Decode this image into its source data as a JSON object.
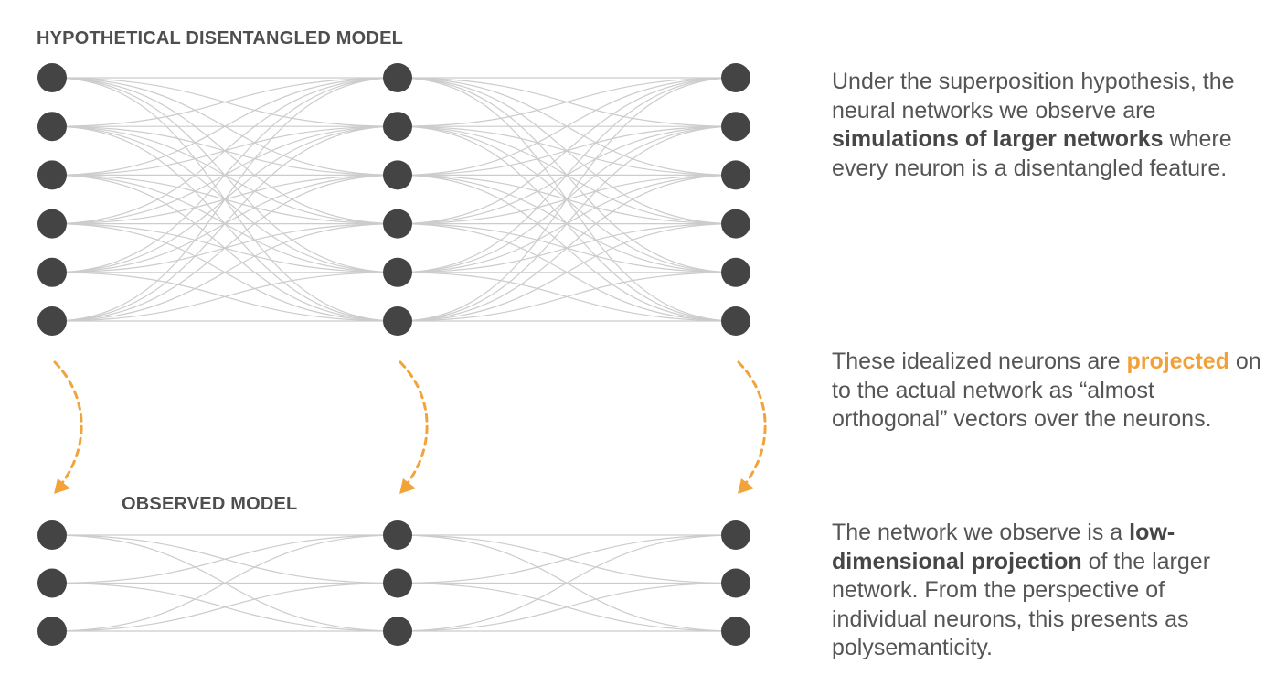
{
  "diagram": {
    "top_label": "HYPOTHETICAL DISENTANGLED MODEL",
    "bottom_label": "OBSERVED MODEL",
    "top_model": {
      "layers": 3,
      "neurons_per_layer": 6
    },
    "bottom_model": {
      "layers": 3,
      "neurons_per_layer": 3
    },
    "projection_arrows": 3,
    "colors": {
      "neuron": "#444444",
      "connection": "#cccccc",
      "arrow": "#f2a33a",
      "label": "#4e4e4e",
      "body_text": "#555555",
      "accent": "#f2a03a"
    }
  },
  "text": {
    "block1": {
      "p1": "Under the superposition hypothesis, the neural networks we observe are ",
      "bold": "simulations of larger networks",
      "p2": " where every neuron is a disentangled feature."
    },
    "block2": {
      "p1": "These idealized neurons are ",
      "accent": "projected",
      "p2": " on to the actual network as “almost orthogonal” vectors over the neurons."
    },
    "block3": {
      "p1": "The network we observe is a ",
      "bold": "low-dimensional projection",
      "p2": " of the larger network. From the perspective of individual neurons, this presents as polysemanticity."
    }
  }
}
